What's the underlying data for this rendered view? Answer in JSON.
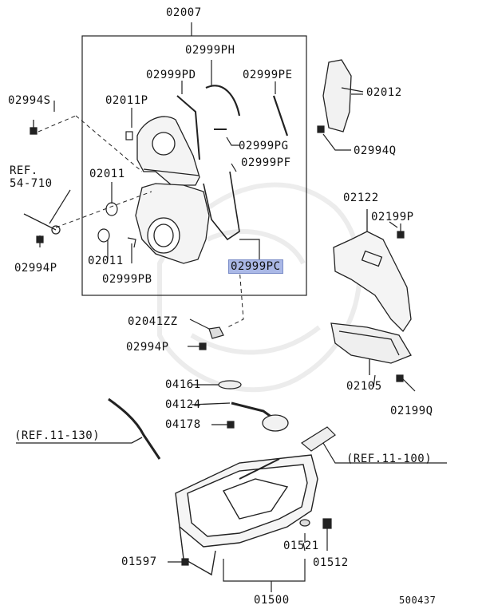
{
  "diagram": {
    "labels": {
      "p02007": "02007",
      "p02999PH": "02999PH",
      "p02999PD": "02999PD",
      "p02999PE": "02999PE",
      "p02012": "02012",
      "p02994S": "02994S",
      "p02011P": "02011P",
      "p02999PG": "02999PG",
      "p02994Q": "02994Q",
      "ref_54": "REF.",
      "ref_54b": "54-710",
      "p02011a": "02011",
      "p02999PF": "02999PF",
      "p02122": "02122",
      "p02199P": "02199P",
      "p02994P_top": "02994P",
      "p02011b": "02011",
      "p02999PB": "02999PB",
      "p02999PC": "02999PC",
      "p02041ZZ": "02041ZZ",
      "p02994P_mid": "02994P",
      "p02105": "02105",
      "p04161": "04161",
      "p04124": "04124",
      "p02199Q": "02199Q",
      "p04178": "04178",
      "ref_11_130": "(REF.11-130)",
      "ref_11_100": "(REF.11-100)",
      "p01521": "01521",
      "p01597": "01597",
      "p01512": "01512",
      "p01500": "01500",
      "diagram_no": "500437"
    },
    "highlight_color": "#aab8e6"
  }
}
